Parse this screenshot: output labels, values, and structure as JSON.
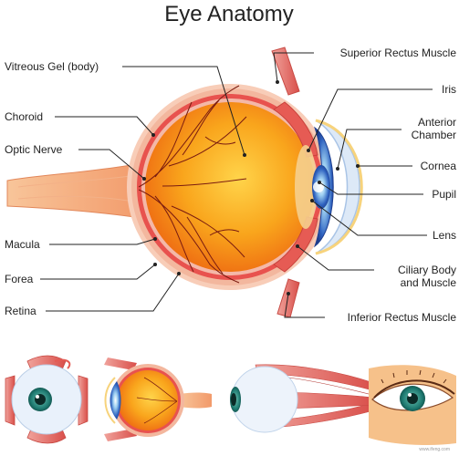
{
  "title": "Eye Anatomy",
  "labels": {
    "vitreous_gel": "Vitreous Gel (body)",
    "choroid": "Choroid",
    "optic_nerve": "Optic Nerve",
    "macula": "Macula",
    "forea": "Forea",
    "retina": "Retina",
    "superior_rectus": "Superior Rectus Muscle",
    "iris": "Iris",
    "anterior_chamber_1": "Anterior",
    "anterior_chamber_2": "Chamber",
    "cornea": "Cornea",
    "pupil": "Pupil",
    "lens": "Lens",
    "ciliary_body_1": "Ciliary Body",
    "ciliary_body_2": "and Muscle",
    "inferior_rectus": "Inferior Rectus Muscle"
  },
  "watermark": "www.ifeng.com",
  "colors": {
    "sclera": "#f7c6b2",
    "choroid": "#e24a4a",
    "vitreous": "#f7a21c",
    "vessel": "#7a1b10",
    "muscle": "#e88a86",
    "iris_blue": "#2f5fb8",
    "cornea": "#dce9f7",
    "skin": "#f6c18a"
  }
}
